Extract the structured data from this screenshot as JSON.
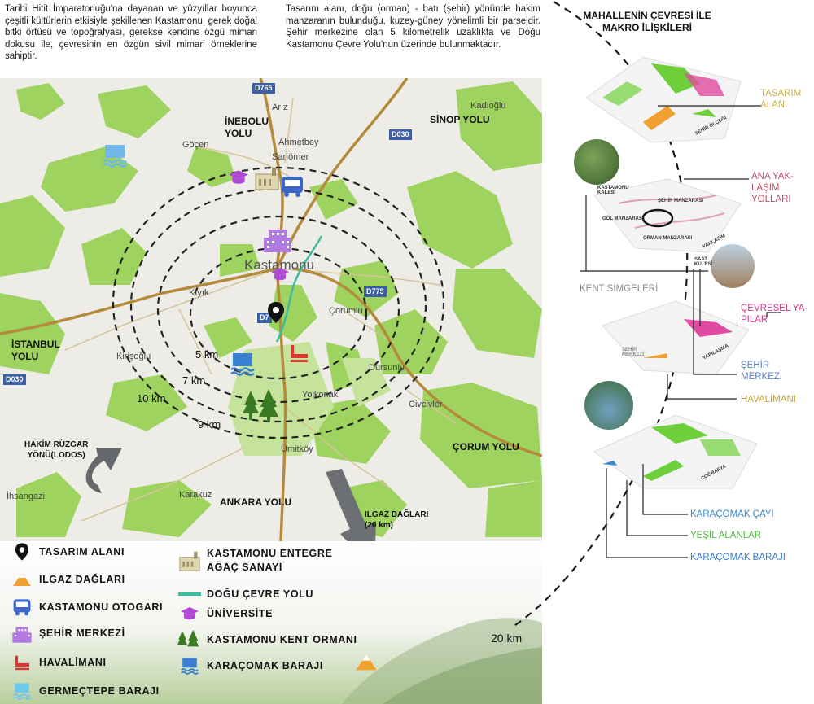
{
  "intro": {
    "left_text": "Tarihi Hitit İmparatorluğu'na dayanan ve yüzyıllar boyunca çeşitli kültürlerin etkisiyle şekillenen Kastamonu, gerek doğal bitki örtüsü ve topoğrafyası, gerekse kendine özgü mimari dokusu ile, çevresinin en özgün sivil mimari örneklerine sahiptir.",
    "right_text": "Tasarım alanı, doğu (orman) - batı (şehir) yönünde hakim manzaranın bulunduğu, kuzey-güney yönelimli bir parseldir. Şehir merkezine olan 5 kilometrelik uzaklıkta ve Doğu Kastamonu Çevre Yolu'nun üzerinde bulunmaktadır."
  },
  "map": {
    "places": {
      "ariz": "Arız",
      "kadioglu": "Kadıoğlu",
      "ahmetbey": "Ahmetbey",
      "sariomer": "Sarıömer",
      "gocen": "Göçen",
      "kastamonu": "Kastamonu",
      "kiyik": "Kıyık",
      "corumlu": "Çorumlu",
      "kirisoglu": "Kirişoğlu",
      "dursunlu": "Dursunlu",
      "yolkonak": "Yolkonak",
      "civcivler": "Civcivler",
      "umutkoy": "Ümitköy",
      "ihsangazi": "İhsangazi",
      "karakuz": "Karakuz"
    },
    "shields": {
      "d765": "D765",
      "d030_ne": "D030",
      "d775": "D775",
      "d7": "D7",
      "d030_w": "D030"
    },
    "roads": {
      "inebolu": "İNEBOLU\nYOLU",
      "sinop": "SİNOP YOLU",
      "istanbul": "İSTANBUL\nYOLU",
      "corum": "ÇORUM YOLU",
      "ankara": "ANKARA YOLU"
    },
    "rings": {
      "r5": "5 km",
      "r7": "7 km",
      "r9": "9 km",
      "r10": "10 km"
    },
    "wind": "HAKİM RÜZGAR\nYÖNÜ(LODOS)",
    "ilgaz": "ILGAZ DAĞLARI\n(20 km)",
    "ring20": "20 km",
    "colors": {
      "road": "#c9a76a",
      "road_major": "#b48a3c",
      "green": "#8fd14f",
      "forest": "#b9e08a",
      "ring": "#222222",
      "ring_road": "#3dbb9f"
    }
  },
  "legend": [
    {
      "icon": "location-pin-icon",
      "label": "TASARIM ALANI"
    },
    {
      "icon": "mountain-icon",
      "label": "ILGAZ DAĞLARI"
    },
    {
      "icon": "bus-icon",
      "label": "KASTAMONU OTOGARI"
    },
    {
      "icon": "building-icon",
      "label": "ŞEHİR MERKEZİ"
    },
    {
      "icon": "airplane-icon",
      "label": "HAVALİMANI"
    },
    {
      "icon": "dam-icon",
      "label": "GERMEÇTEPE BARAJI"
    },
    {
      "icon": "factory-icon",
      "label": "KASTAMONU ENTEGRE\nAĞAÇ SANAYİ"
    },
    {
      "icon": "ring-road-icon",
      "label": "DOĞU ÇEVRE YOLU"
    },
    {
      "icon": "graduation-cap-icon",
      "label": "ÜNİVERSİTE"
    },
    {
      "icon": "trees-icon",
      "label": "KASTAMONU KENT ORMANI"
    },
    {
      "icon": "dam-icon",
      "label": "KARAÇOMAK BARAJI"
    }
  ],
  "right": {
    "title": "MAHALLENİN ÇEVRESİ İLE\nMAKRO İLİŞKİLERİ",
    "labels": {
      "tasarim": "TASARIM\nALANI",
      "ana": "ANA YAK-\nLAŞIM\nYOLLARI",
      "kent": "KENT SİMGELERİ",
      "cevresel": "ÇEVRESEL YA-\nPILAR",
      "sehir": "ŞEHİR\nMERKEZİ",
      "havalimani": "HAVALİMANI",
      "cayi": "KARAÇOMAK ÇAYI",
      "yesil": "YEŞİL ALANLAR",
      "baraji": "KARAÇOMAK BARAJI"
    },
    "slabs": {
      "sehir_olcegi": "ŞEHİR ÖLÇEĞİ",
      "yaklasim": "YAKLAŞIM",
      "yapilasma": "YAPILAŞMA",
      "cografya": "COĞRAFYA",
      "kastamonu_kalesi": "KASTAMONU\nKALESİ",
      "sehir_manzarasi": "ŞEHİR MANZARASI",
      "gol_manzarasi": "GÖL MANZARASI",
      "orman_manzarasi": "ORMAN MANZARASI",
      "saat_kulesi": "SAAT\nKULESİ",
      "sehir_merkezi_small": "ŞEHİR\nMERKEZİ"
    },
    "colors": {
      "tasarim": "#c8b24a",
      "ana": "#c0506a",
      "kent": "#8a8a8a",
      "cevresel": "#d0368a",
      "sehir": "#5a7fc0",
      "havalimani": "#c8a43a",
      "cayi": "#3a8ad0",
      "yesil": "#4cbb3a",
      "baraji": "#3a7fd0"
    }
  }
}
